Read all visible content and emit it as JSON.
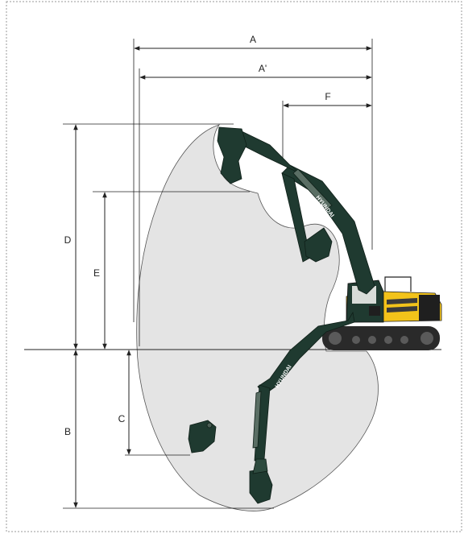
{
  "dimension_labels": {
    "A": "A",
    "A_prime": "A'",
    "F": "F",
    "D": "D",
    "E": "E",
    "B": "B",
    "C": "C"
  },
  "decals": {
    "boom_upper": "HYUNDAI",
    "boom_lower": "HYUNDAI"
  },
  "colors": {
    "line": "#222222",
    "envelope_fill": "#e4e4e4",
    "envelope_stroke": "#555555",
    "arm_dark": "#1f3a30",
    "machine_yellow": "#f2c31a",
    "track": "#2a2a2a",
    "border": "#9a9a9a"
  }
}
